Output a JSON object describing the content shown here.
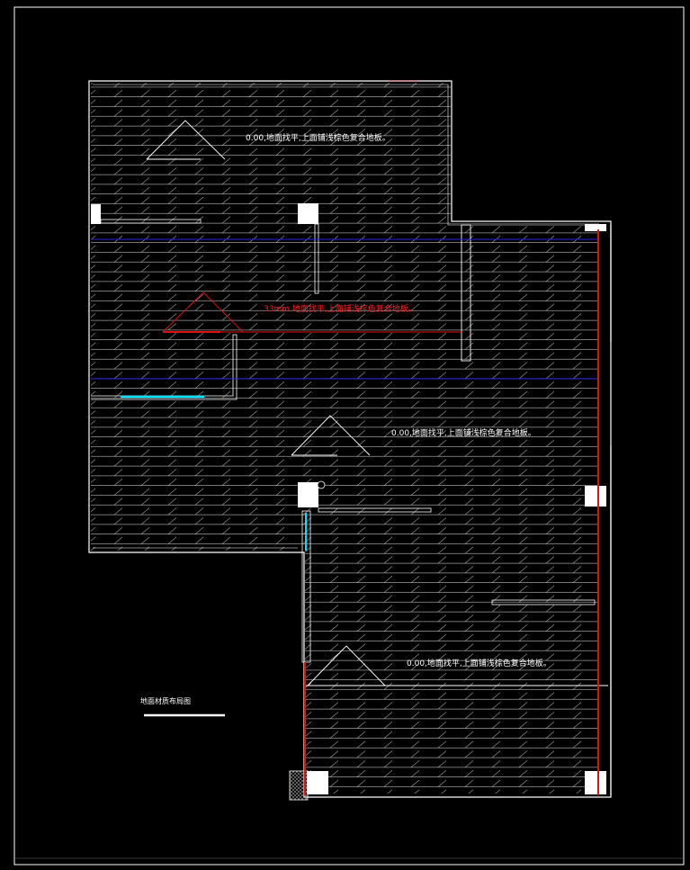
{
  "drawing": {
    "title": "地面材质布局图",
    "labels": {
      "upper_room": "0.00,地面找平,上面铺浅棕色复合地板。",
      "raised_strip": "33mm 地面找平,上面铺浅棕色复合地板。",
      "middle_room": "0.00,地面找平,上面铺浅棕色复合地板。",
      "lower_room": "0.00,地面找平,上面铺浅棕色复合地板。"
    }
  },
  "colors": {
    "background": "#000000",
    "wall": "#ffffff",
    "hatch": "#c8c8c8",
    "red_line": "#e01010",
    "blue_line": "#2020e0",
    "cyan_line": "#00e0ff"
  }
}
